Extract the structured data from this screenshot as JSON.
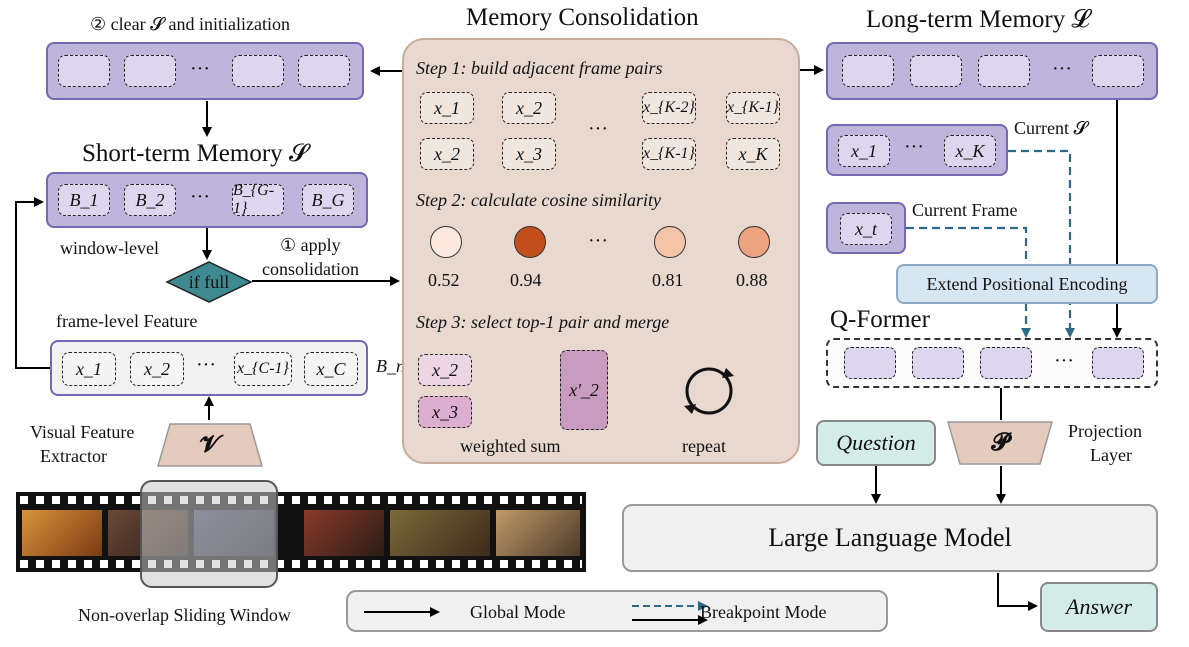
{
  "memory_consolidation": {
    "title": "Memory Consolidation",
    "step1": "Step 1: build adjacent frame pairs",
    "step2": "Step 2: calculate cosine similarity",
    "step3": "Step 3: select top-1 pair and merge",
    "pairs_top": [
      "x_1",
      "x_2",
      "x_{K-2}",
      "x_{K-1}"
    ],
    "pairs_bottom": [
      "x_2",
      "x_3",
      "x_{K-1}",
      "x_K"
    ],
    "similarities": [
      {
        "value": "0.52",
        "color": "#fbe9e0"
      },
      {
        "value": "0.94",
        "color": "#c24e1c"
      },
      {
        "value": "0.81",
        "color": "#f4c4a8"
      },
      {
        "value": "0.88",
        "color": "#eea380"
      }
    ],
    "ellipsis": "···",
    "merge_left_top": "x_2",
    "merge_left_bottom": "x_3",
    "merge_result": "x'_2",
    "weighted_sum": "weighted sum",
    "repeat": "repeat"
  },
  "left": {
    "clear_label": "② clear 𝓢 and initialization",
    "short_term_title": "Short-term Memory 𝓢",
    "short_term_slots": [
      "B_1",
      "B_2",
      "B_{G-1}",
      "B_G"
    ],
    "window_level": "window-level",
    "apply_label_1": "① apply",
    "apply_label_2": "consolidation",
    "if_full": "if full",
    "frame_level": "frame-level Feature",
    "frame_slots": [
      "x_1",
      "x_2",
      "x_{C-1}",
      "x_C"
    ],
    "bn": "B_n",
    "extractor_1": "Visual Feature",
    "extractor_2": "Extractor",
    "extractor_symbol": "𝓥",
    "sliding_window": "Non-overlap Sliding Window"
  },
  "right": {
    "long_term_title": "Long-term Memory 𝓛",
    "current_s_label": "Current 𝓢",
    "current_s_slots": [
      "x_1",
      "x_K"
    ],
    "current_frame_label": "Current Frame",
    "current_frame_slot": "x_t",
    "extend_pe": "Extend Positional Encoding",
    "qformer": "Q-Former",
    "question": "Question",
    "projection_symbol": "𝓟",
    "projection_1": "Projection",
    "projection_2": "Layer",
    "llm": "Large Language Model",
    "answer": "Answer"
  },
  "legend": {
    "global": "Global Mode",
    "breakpoint": "Breakpoint Mode"
  },
  "colors": {
    "memory_fill": "#bdb5dc",
    "memory_border": "#7567b4",
    "panel_fill": "#e8d8cf",
    "extend_fill": "#d6e6f3",
    "teal": "#d4ece8",
    "dashed_arrow": "#2d6a8a"
  }
}
